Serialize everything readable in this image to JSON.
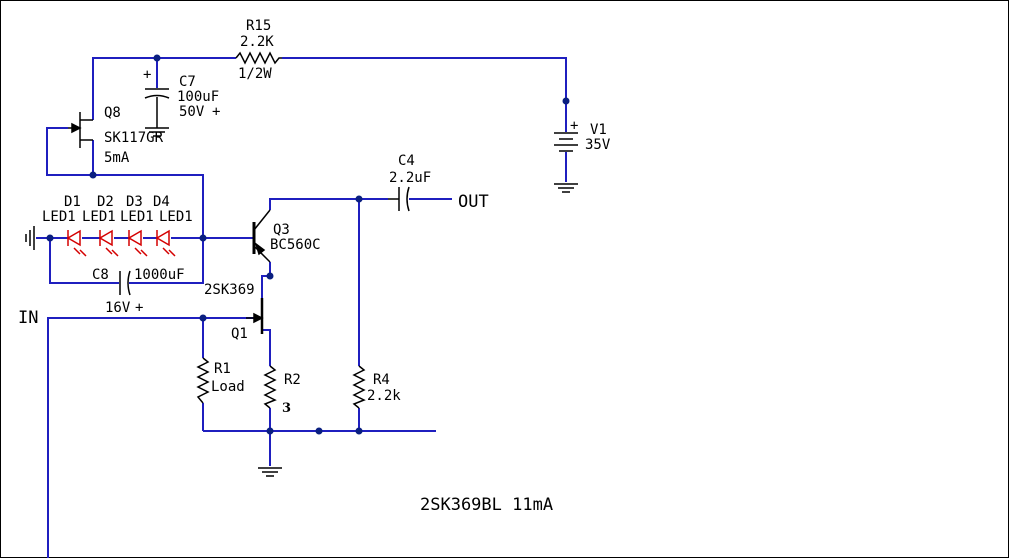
{
  "colors": {
    "wire": "#1f1fbf",
    "component": "#000000",
    "led": "#d40000",
    "node": "#0a1f80"
  },
  "title": "2SK369BL 11mA",
  "labels": {
    "r15_name": "R15",
    "r15_value": "2.2K",
    "r15_power": "1/2W",
    "c7_name": "C7",
    "c7_value": "100uF",
    "c7_voltage": "50V",
    "plus": "+",
    "q8_name": "Q8",
    "q8_part": "SK117GR",
    "q8_current": "5mA",
    "v1_name": "V1",
    "v1_value": "35V",
    "c4_name": "C4",
    "c4_value": "2.2uF",
    "out_label": "OUT",
    "d1": "D1",
    "d2": "D2",
    "d3": "D3",
    "d4": "D4",
    "led1": "LED1",
    "led2": "LED1",
    "led3": "LED1",
    "led4": "LED1",
    "q3_name": "Q3",
    "q3_part": "BC560C",
    "c8_name": "C8",
    "c8_value": "1000uF",
    "c8_voltage": "16V",
    "q1_part": "2SK369",
    "q1_name": "Q1",
    "in_label": "IN",
    "r1_name": "R1",
    "r1_value": "Load",
    "r2_name": "R2",
    "r2_value": "3",
    "r4_name": "R4",
    "r4_value": "2.2k"
  }
}
